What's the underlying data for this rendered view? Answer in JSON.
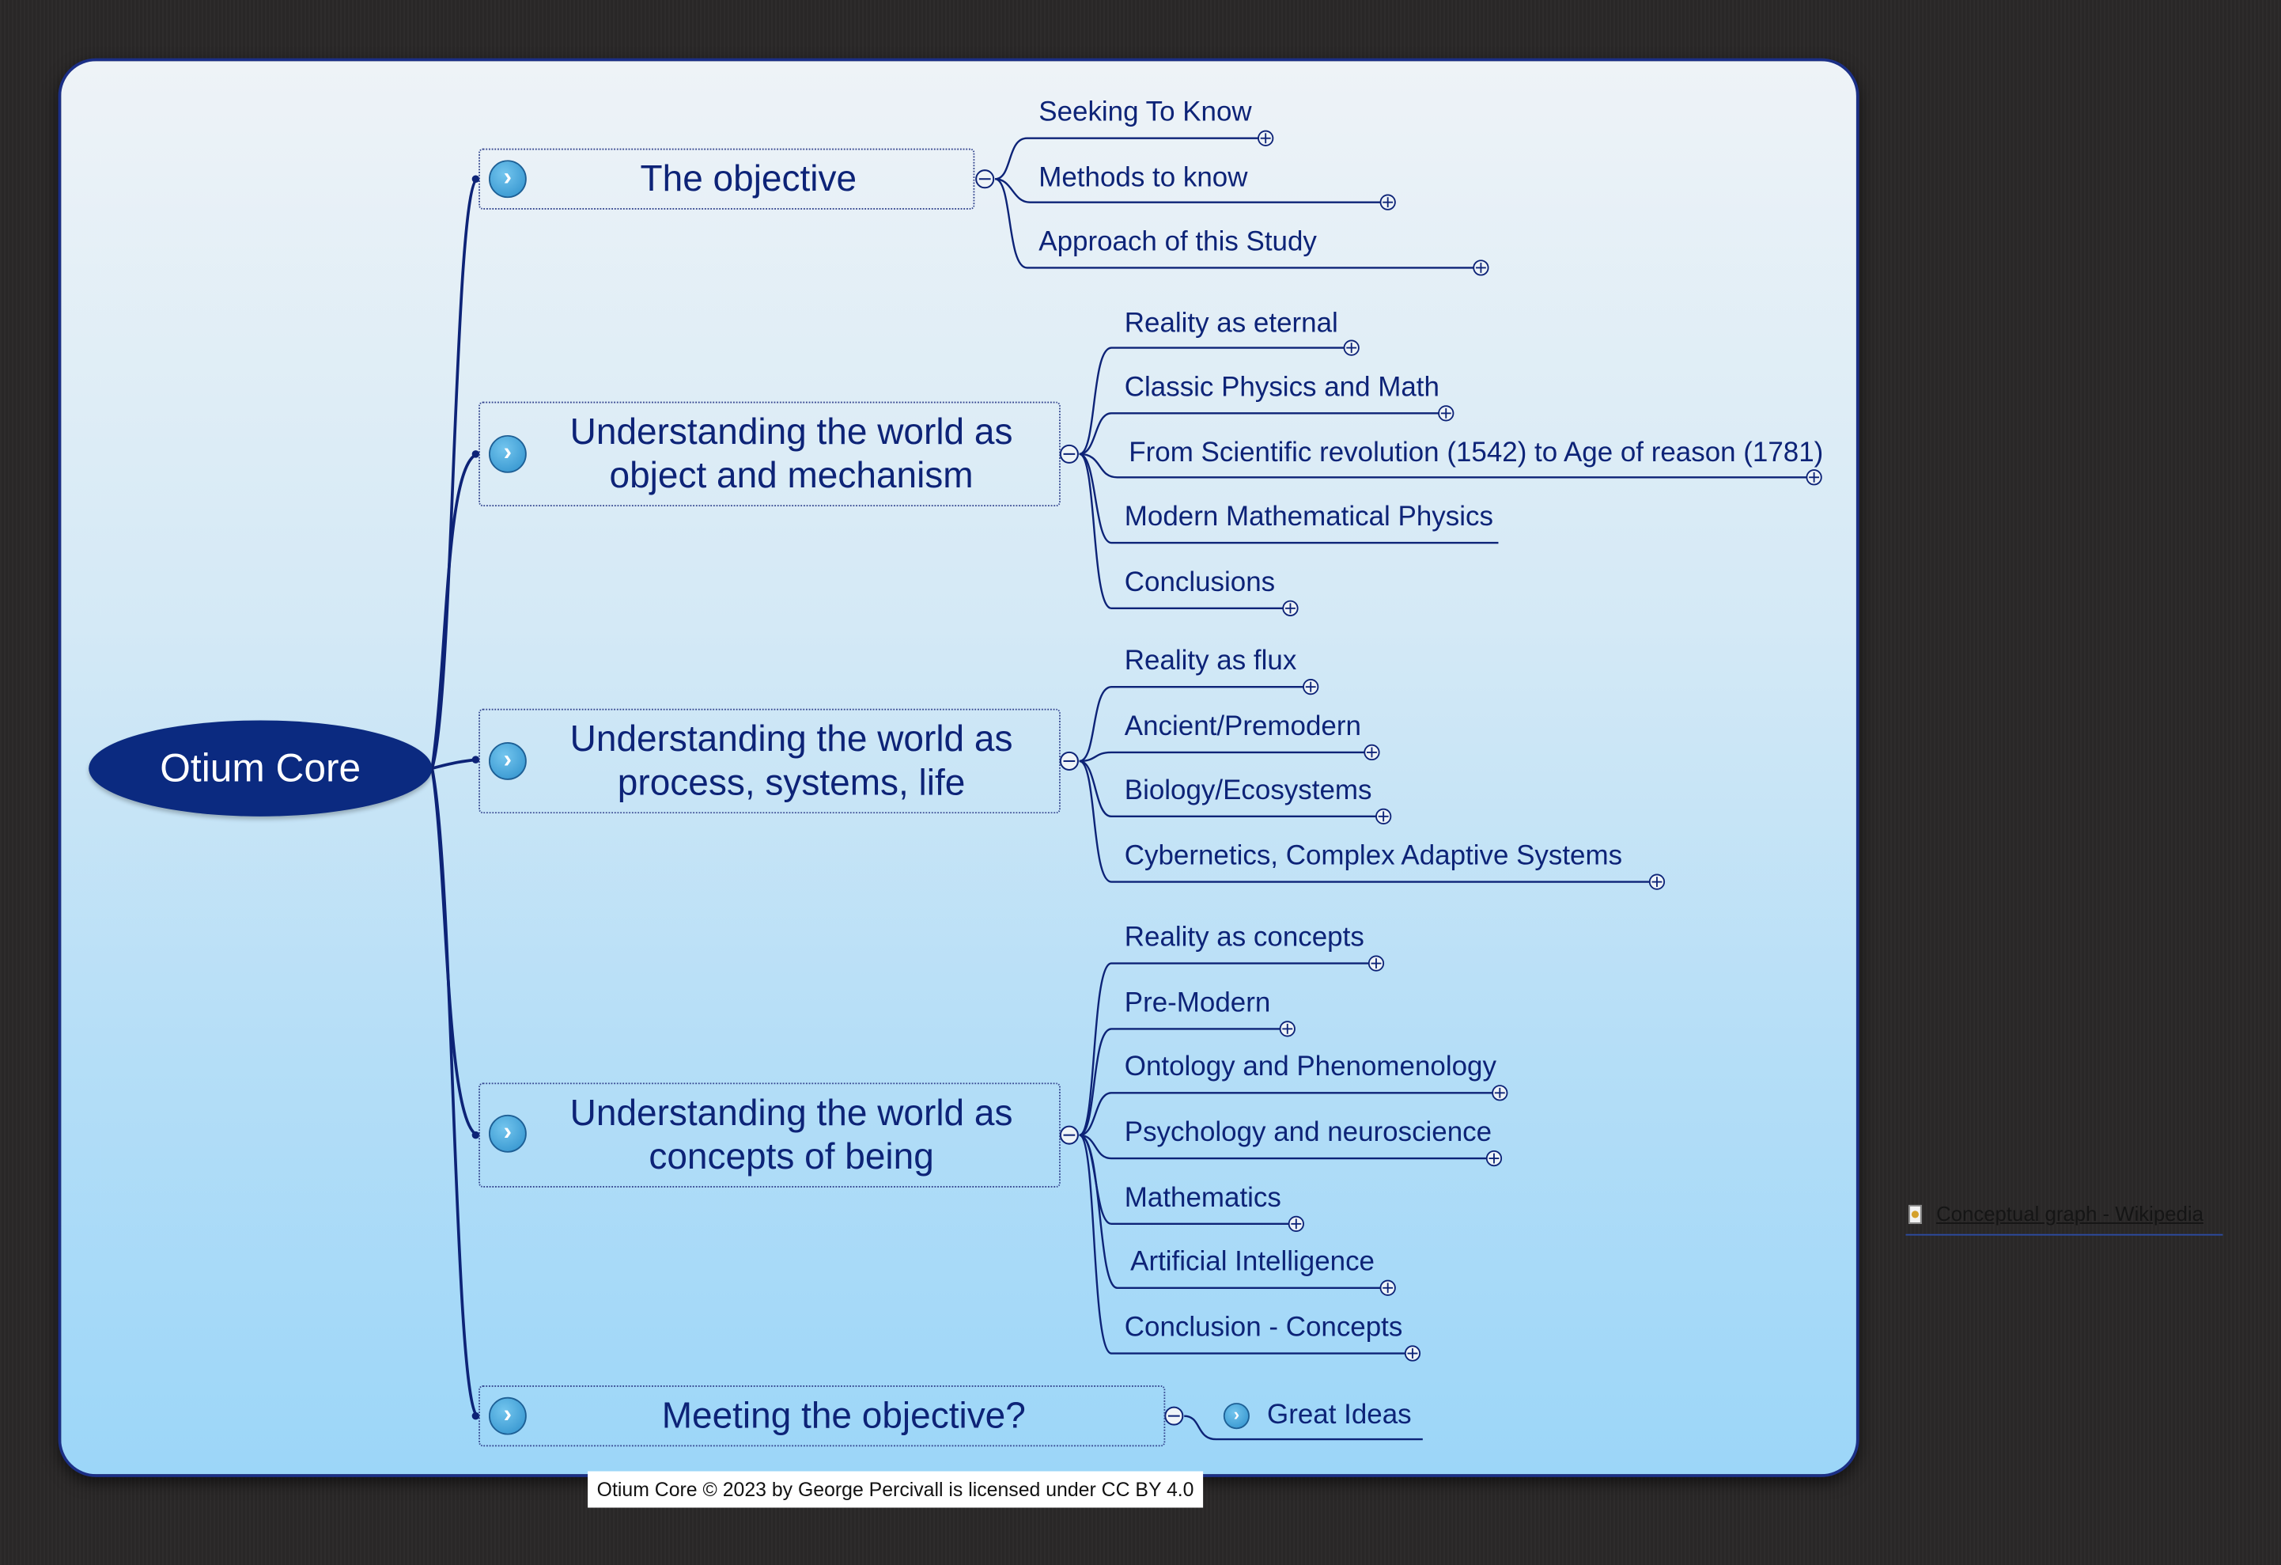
{
  "root": {
    "label": "Otium Core"
  },
  "branches": [
    {
      "label": "The objective",
      "children": [
        "Seeking To Know",
        "Methods to know",
        "Approach of this Study"
      ]
    },
    {
      "label": "Understanding the world as object and mechanism",
      "children": [
        "Reality as eternal",
        "Classic Physics and Math",
        "From Scientific revolution (1542) to Age of reason (1781)",
        "Modern Mathematical Physics",
        "Conclusions"
      ]
    },
    {
      "label": "Understanding the world as process, systems, life",
      "children": [
        "Reality as flux",
        "Ancient/Premodern",
        "Biology/Ecosystems",
        "Cybernetics, Complex Adaptive Systems"
      ]
    },
    {
      "label": "Understanding the world as concepts of being",
      "children": [
        "Reality as concepts",
        "Pre-Modern",
        "Ontology and Phenomenology",
        "Psychology and neuroscience",
        "Mathematics",
        "Artificial Intelligence",
        "Conclusion - Concepts"
      ]
    },
    {
      "label": "Meeting the objective?",
      "children": [
        "Great Ideas"
      ]
    }
  ],
  "footer": {
    "license": "Otium Core © 2023 by George Percivall is licensed under CC BY 4.0"
  },
  "side_link": {
    "label": "Conceptual graph - Wikipedia",
    "icon": "document-icon"
  },
  "icons": {
    "topic_link": "chevron-right-circle-icon",
    "collapse": "collapse-circle-icon",
    "expand": "expand-circle-icon"
  },
  "colors": {
    "root_fill": "#0b2a80",
    "text": "#0d2377",
    "line": "#0d2377",
    "background": "#2a2828",
    "panel_top": "#eef3f7",
    "panel_bottom": "#9cd6f8"
  }
}
